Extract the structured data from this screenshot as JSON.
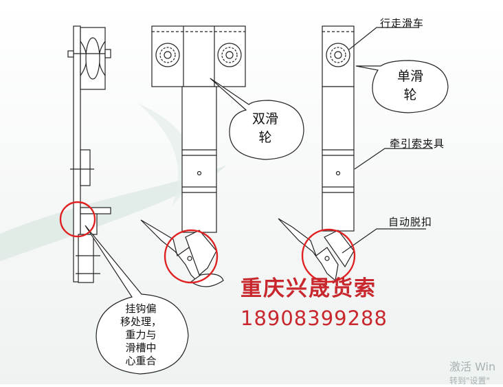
{
  "labels": {
    "walking_trolley": "行走滑车",
    "traction_clamp": "牵引索夹具",
    "auto_release": "自动脱扣"
  },
  "bubbles": {
    "double_pulley": [
      "双滑",
      "轮"
    ],
    "single_pulley": [
      "单滑",
      "轮"
    ],
    "hook_note": [
      "挂钩偏",
      "移处理，",
      "重力与",
      "滑槽中",
      "心重合"
    ]
  },
  "brand": {
    "company": "重庆兴晟货索",
    "phone": "18908399288"
  },
  "watermark": {
    "line1": "激活 Win",
    "line2": "转到\"设置\""
  },
  "colors": {
    "highlight_circle": "#e02020",
    "brand_text": "#c8282d",
    "line": "#222222",
    "background_swoosh": "#dfeae6"
  }
}
